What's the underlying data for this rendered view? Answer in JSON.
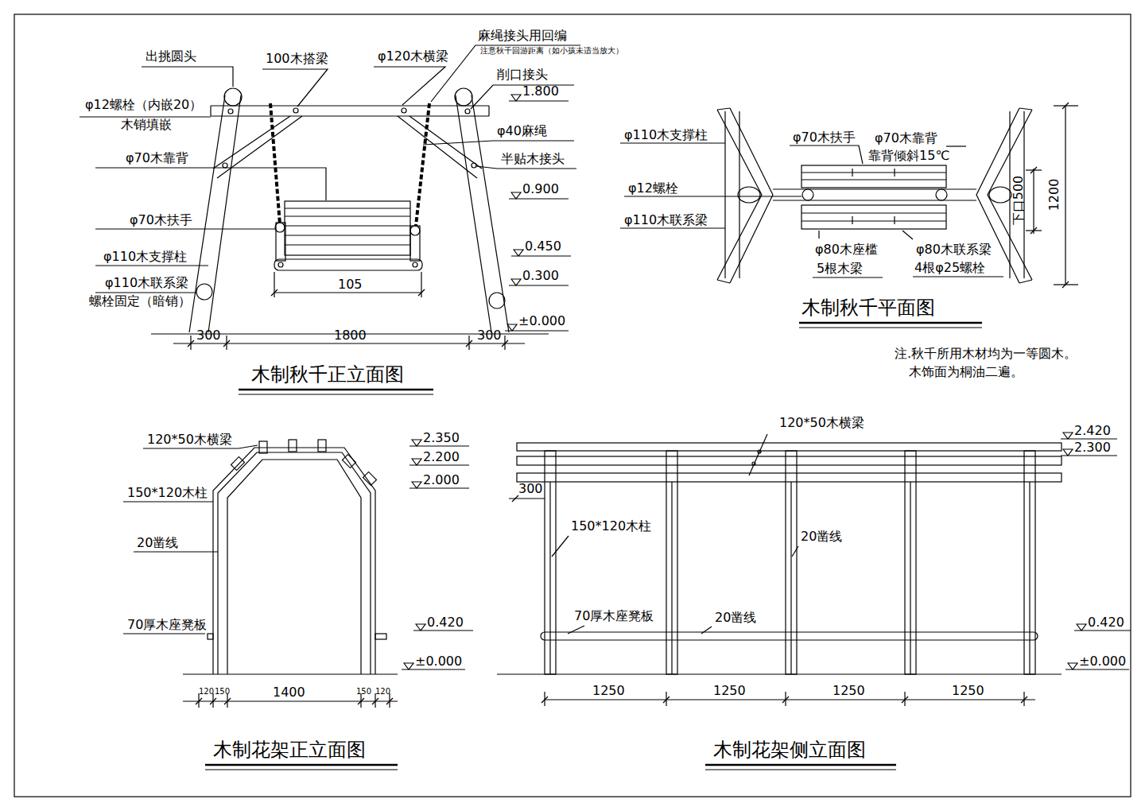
{
  "diagram": {
    "labels": [
      "出挑圆头",
      "100木搭梁",
      "φ120木横梁",
      "麻绳接头用回编",
      "注意秋千回游距离（如小孩未适当放大）",
      "削口接头",
      "1.800",
      "φ12螺栓（内嵌20）",
      "木销填嵌",
      "φ40麻绳",
      "φ70木靠背",
      "半贴木接头",
      "0.900",
      "φ70木扶手",
      "φ110木支撑柱",
      "0.450",
      "0.300",
      "φ110木联系梁",
      "螺栓固定（暗销）",
      "105",
      "±0.000",
      "300",
      "1800",
      "300",
      "木制秋千正立面图",
      "φ110木支撑柱",
      "φ70木扶手",
      "φ70木靠背",
      "靠背倾斜15℃",
      "φ12螺栓",
      "φ110木联系梁",
      "φ80木座槛",
      "5根木梁",
      "φ80木联系梁",
      "4根φ25螺栓",
      "下口500",
      "1200",
      "木制秋千平面图",
      "注.秋千所用木材均为一等圆木。",
      "木饰面为桐油二遍。",
      "120*50木横梁",
      "2.350",
      "2.200",
      "2.000",
      "150*120木柱",
      "20凿线",
      "70厚木座凳板",
      "0.420",
      "±0.000",
      "120",
      "150",
      "1400",
      "150",
      "120",
      "木制花架正立面图",
      "120*50木横梁",
      "2.420",
      "2.300",
      "300",
      "150*120木柱",
      "20凿线",
      "70厚木座凳板",
      "20凿线",
      "0.420",
      "±0.000",
      "1250",
      "1250",
      "1250",
      "1250",
      "木制花架侧立面图"
    ]
  }
}
